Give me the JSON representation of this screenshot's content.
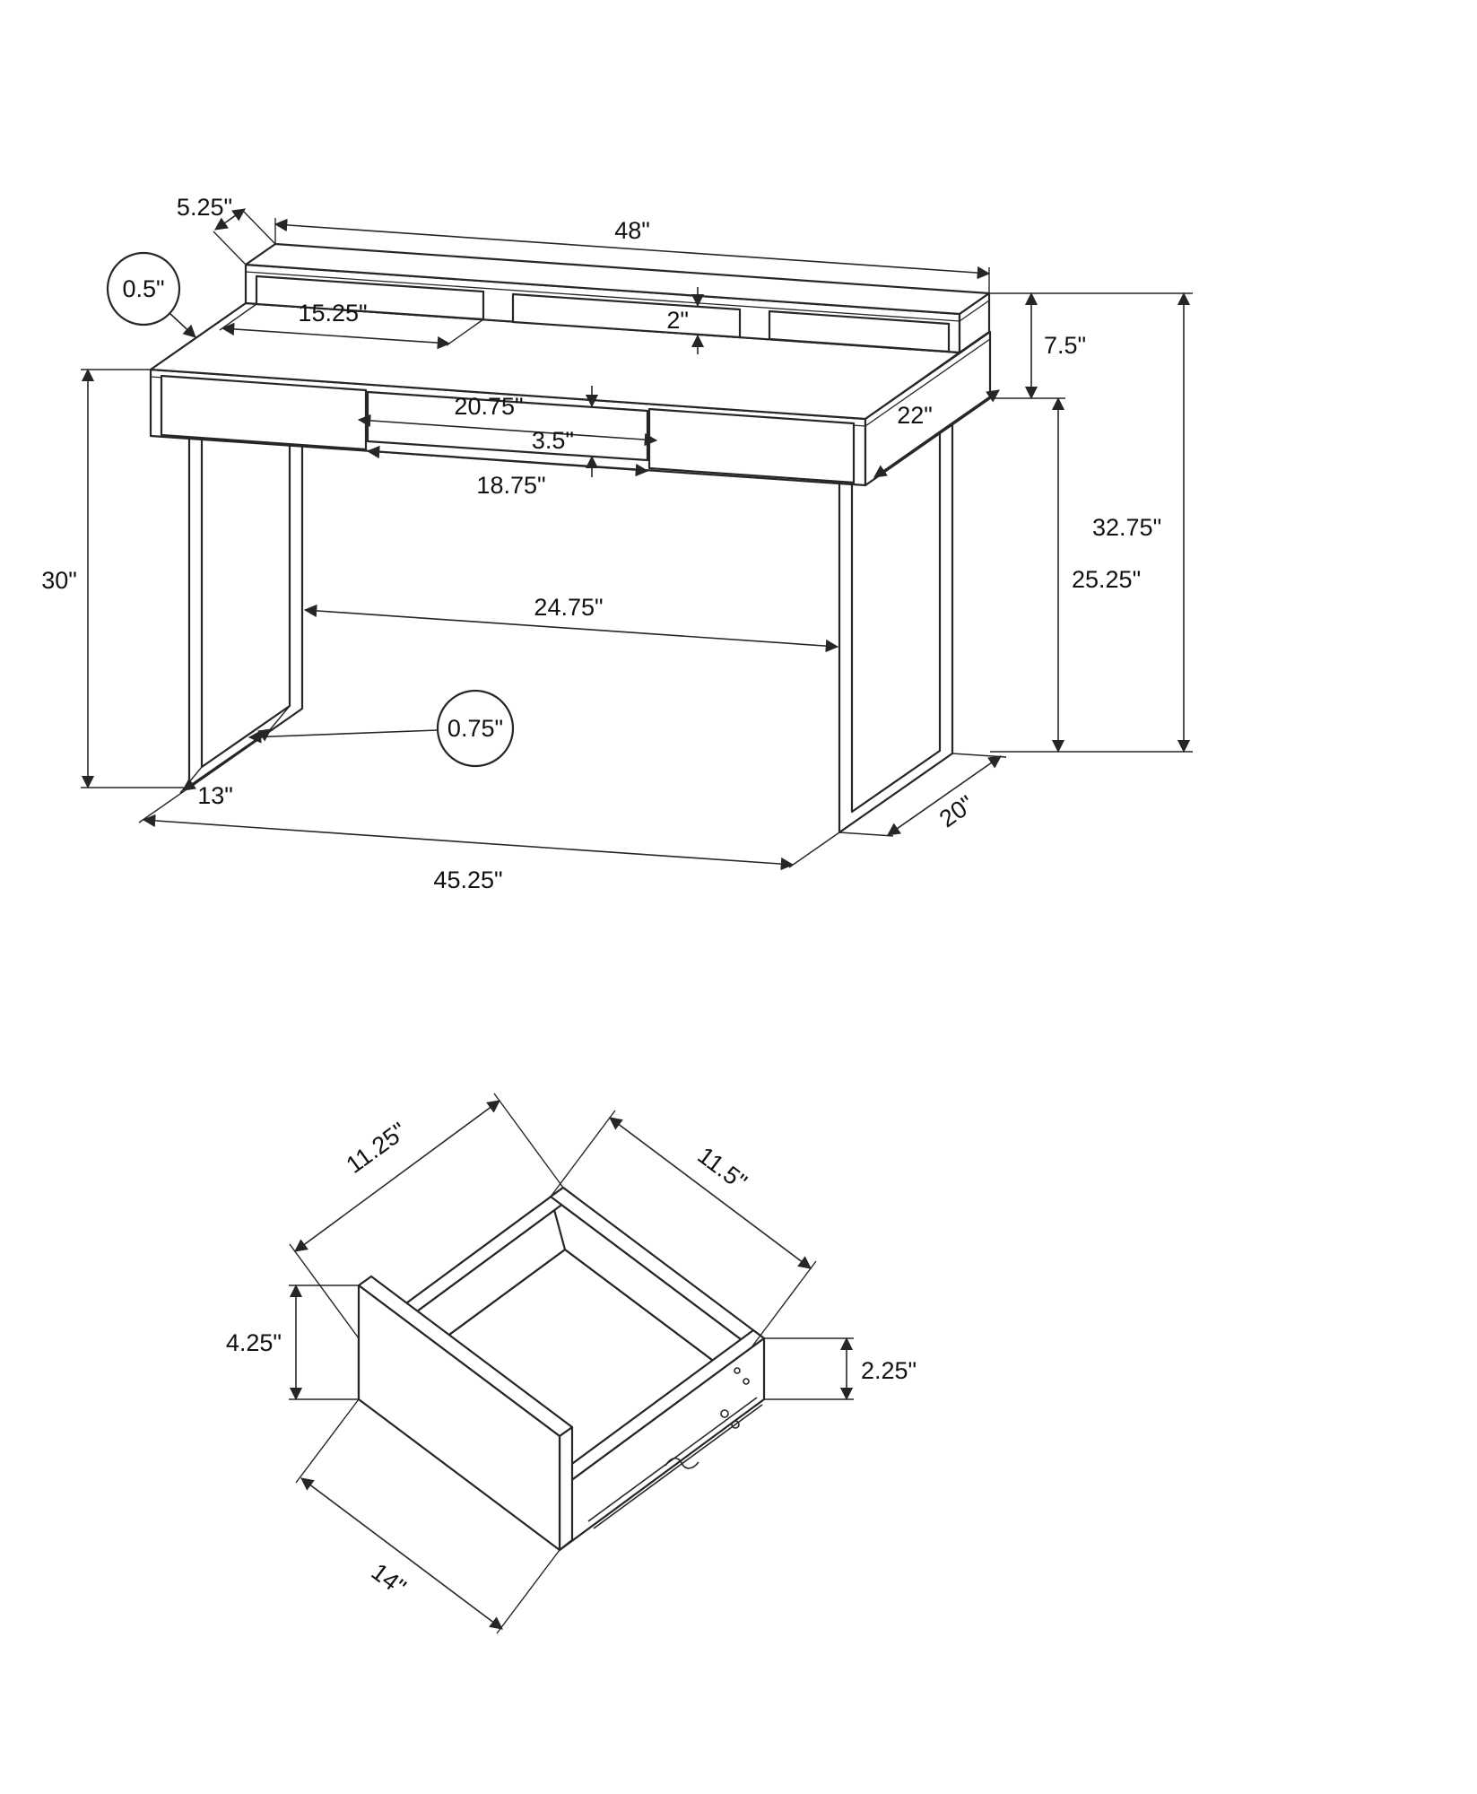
{
  "title": "desk-dimension-diagram",
  "colors": {
    "background": "#ffffff",
    "line": "#262626",
    "text": "#111111"
  },
  "desk": {
    "dims": {
      "shelf_depth": "5.25\"",
      "top_width": "48\"",
      "top_thickness": "0.5\"",
      "cubby_width": "15.25\"",
      "cubby_height": "2\"",
      "hutch_height": "7.5\"",
      "side_depth": "22\"",
      "opening_outer_width": "20.75\"",
      "opening_inner_width": "18.75\"",
      "opening_height": "3.5\"",
      "total_height": "32.75\"",
      "clearance_height": "25.25\"",
      "desk_height": "30\"",
      "knee_width": "24.75\"",
      "tube_size": "0.75\"",
      "leg_inner_depth": "13\"",
      "base_width": "45.25\"",
      "leg_depth": "20\""
    }
  },
  "drawer": {
    "dims": {
      "inner_width": "11.25\"",
      "inner_depth": "11.5\"",
      "side_height": "2.25\"",
      "front_height": "4.25\"",
      "front_width": "14\""
    }
  }
}
